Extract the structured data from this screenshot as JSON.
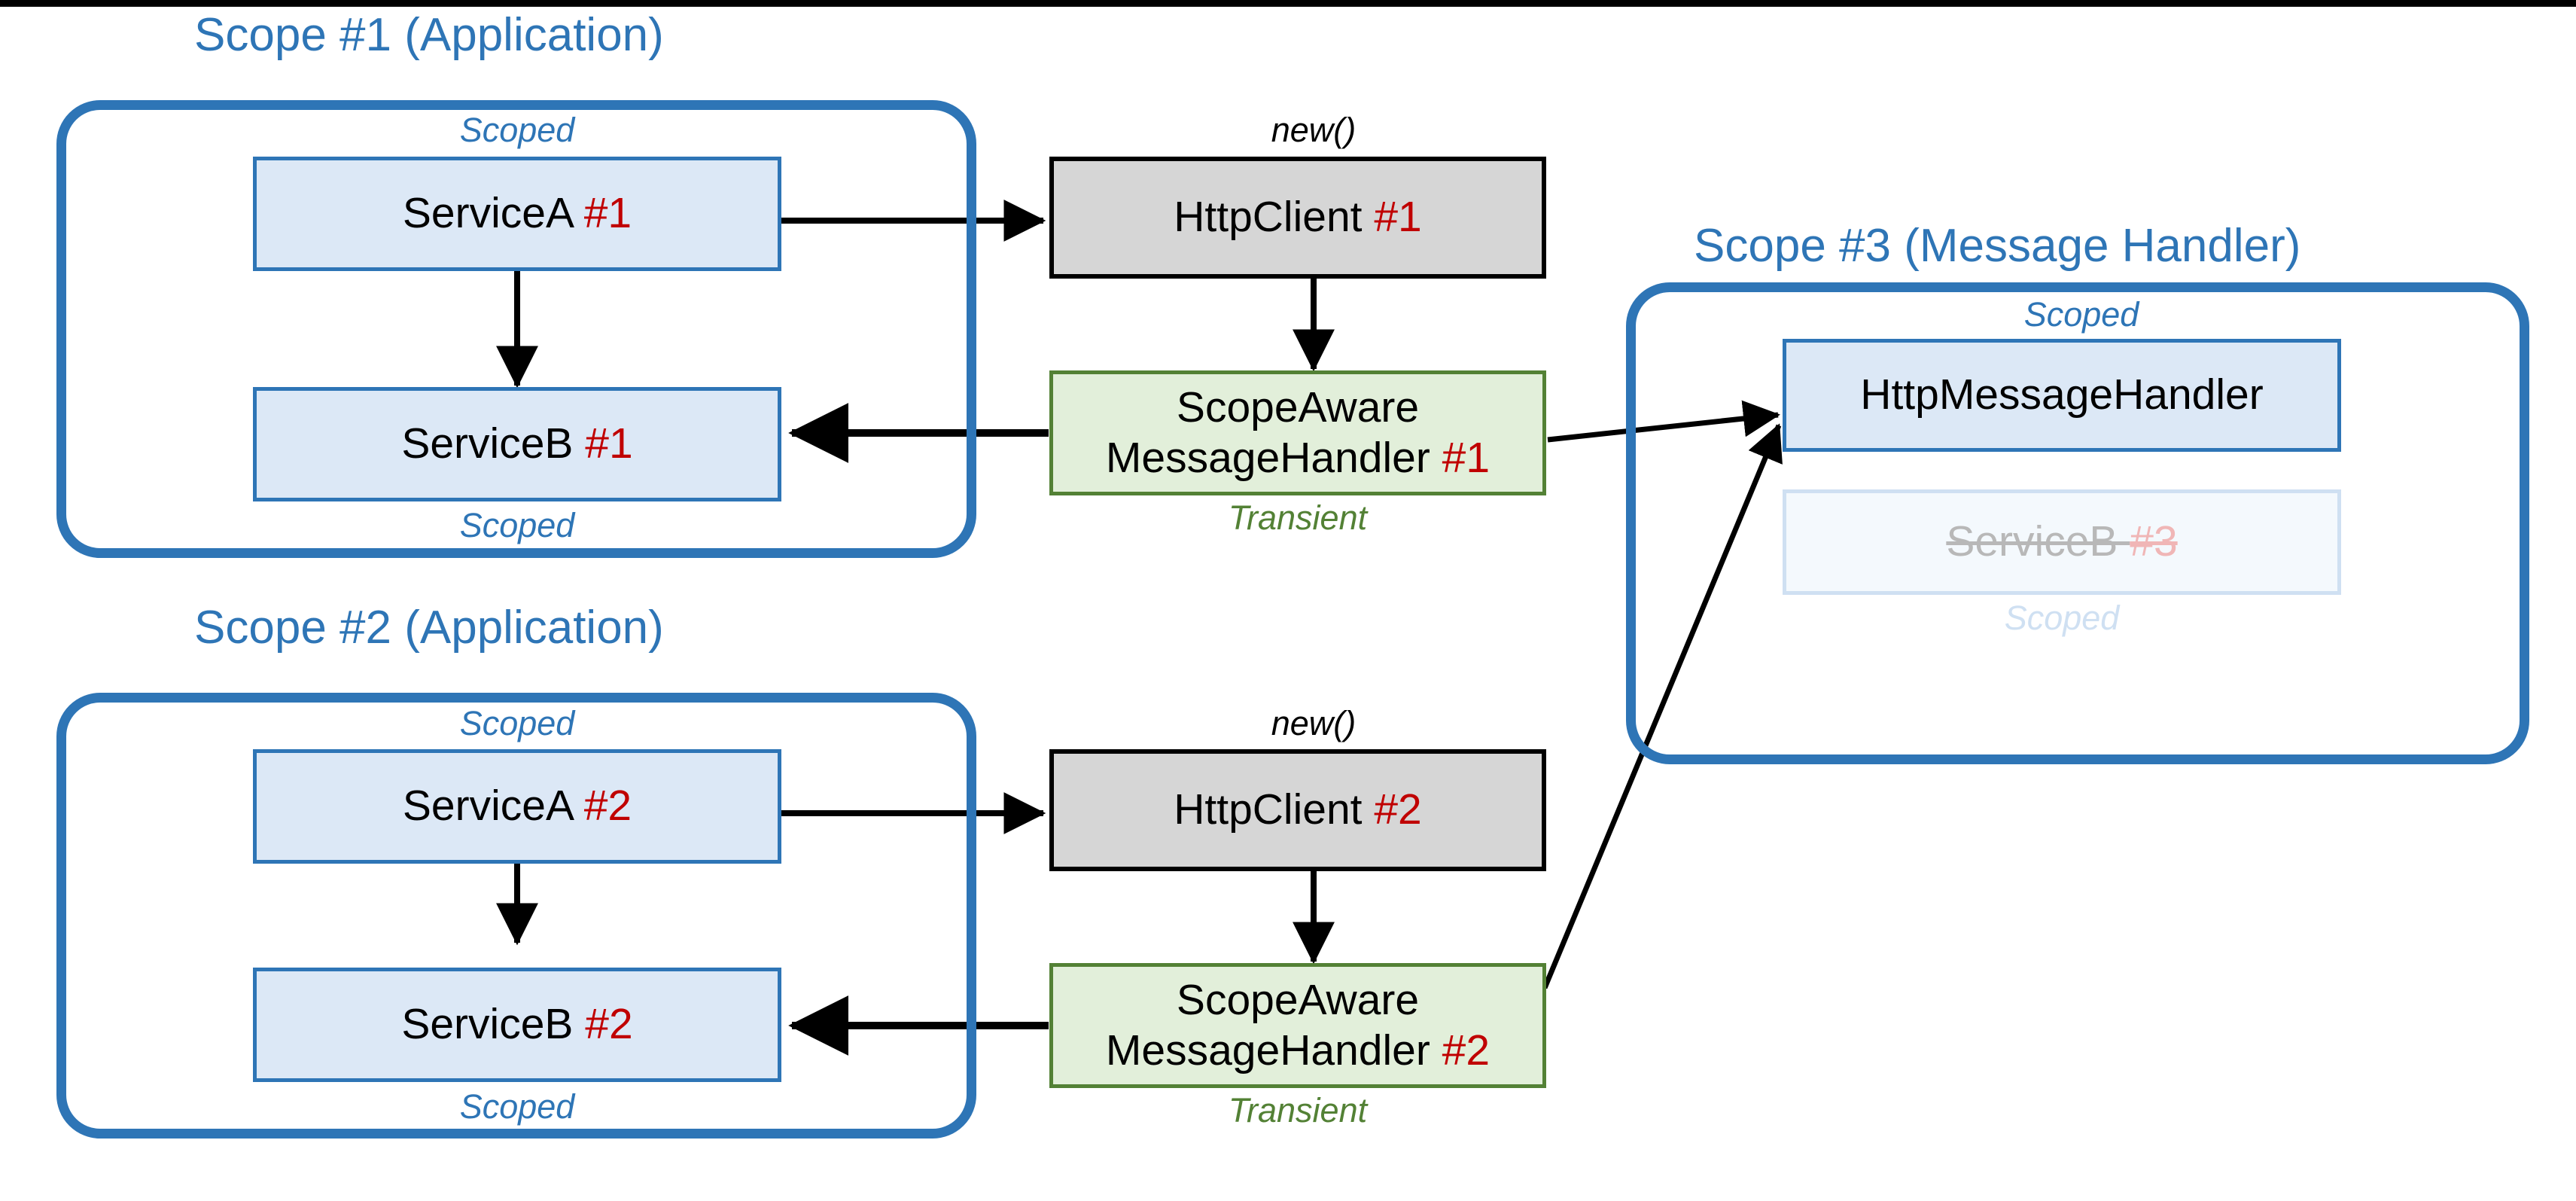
{
  "diagram": {
    "title": "HttpClient dependency injection scope diagram",
    "colors": {
      "scope_border": "#2e75b6",
      "scope_title": "#2e75b6",
      "node_blue_fill": "#dce8f6",
      "node_blue_border": "#2e75b6",
      "node_gray_fill": "#d6d6d6",
      "node_gray_border": "#000000",
      "node_green_fill": "#e2efda",
      "node_green_border": "#538135",
      "instance_number": "#c00000",
      "transient_label": "#538135",
      "ghost_fill": "#f4f9fd",
      "ghost_border": "#cfe0f2",
      "arrow": "#000000"
    }
  },
  "scopes": {
    "scope1": {
      "title": "Scope #1 (Application)"
    },
    "scope2": {
      "title": "Scope #2 (Application)"
    },
    "scope3": {
      "title": "Scope #3 (Message Handler)"
    }
  },
  "nodes": {
    "service_a_1": {
      "name": "ServiceA ",
      "num": "#1",
      "lifetime": "Scoped"
    },
    "service_b_1": {
      "name": "ServiceB ",
      "num": "#1",
      "lifetime": "Scoped"
    },
    "http_client_1": {
      "name": "HttpClient ",
      "num": "#1",
      "lifetime": "new()"
    },
    "handler_1": {
      "line1": "ScopeAware",
      "line2": "MessageHandler ",
      "num": "#1",
      "lifetime": "Transient"
    },
    "service_a_2": {
      "name": "ServiceA ",
      "num": "#2",
      "lifetime": "Scoped"
    },
    "service_b_2": {
      "name": "ServiceB ",
      "num": "#2",
      "lifetime": "Scoped"
    },
    "http_client_2": {
      "name": "HttpClient ",
      "num": "#2",
      "lifetime": "new()"
    },
    "handler_2": {
      "line1": "ScopeAware",
      "line2": "MessageHandler ",
      "num": "#2",
      "lifetime": "Transient"
    },
    "http_message_handler": {
      "name": "HttpMessageHandler",
      "num": "",
      "lifetime": "Scoped"
    },
    "service_b_3": {
      "name": "ServiceB ",
      "num": "#3",
      "lifetime": "Scoped",
      "state": "struck-out"
    }
  },
  "edges": [
    {
      "from": "service_a_1",
      "to": "http_client_1",
      "style": "solid-arrow"
    },
    {
      "from": "service_a_1",
      "to": "service_b_1",
      "style": "solid-arrow"
    },
    {
      "from": "http_client_1",
      "to": "handler_1",
      "style": "solid-arrow"
    },
    {
      "from": "handler_1",
      "to": "service_b_1",
      "style": "solid-arrow"
    },
    {
      "from": "handler_1",
      "to": "http_message_handler",
      "style": "solid-arrow"
    },
    {
      "from": "service_a_2",
      "to": "http_client_2",
      "style": "solid-arrow"
    },
    {
      "from": "service_a_2",
      "to": "service_b_2",
      "style": "solid-arrow"
    },
    {
      "from": "http_client_2",
      "to": "handler_2",
      "style": "solid-arrow"
    },
    {
      "from": "handler_2",
      "to": "service_b_2",
      "style": "solid-arrow"
    },
    {
      "from": "handler_2",
      "to": "http_message_handler",
      "style": "solid-arrow"
    }
  ]
}
